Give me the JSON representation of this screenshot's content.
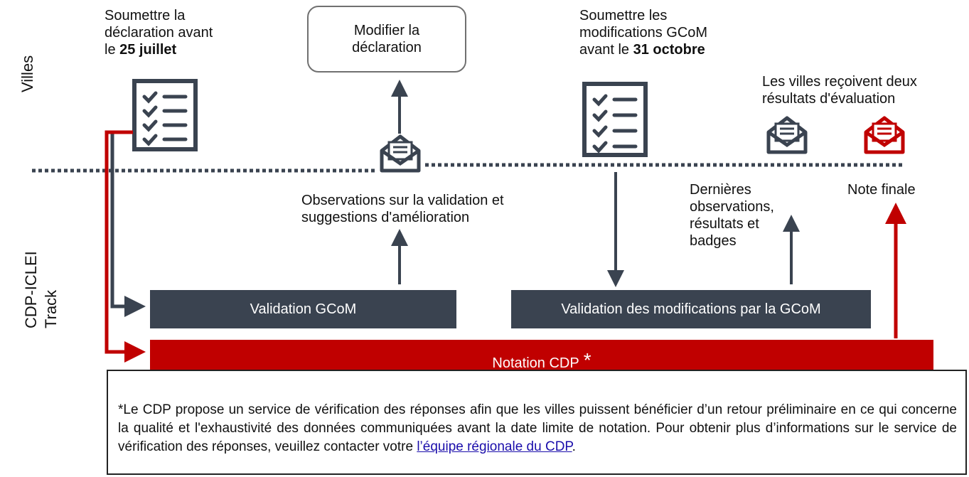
{
  "lanes": {
    "villes": "Villes",
    "cdp_line1": "CDP-ICLEI",
    "cdp_line2": "Track"
  },
  "steps": {
    "submit_declaration": {
      "line1": "Soumettre la",
      "line2": "déclaration avant",
      "line3_pre": "le ",
      "line3_bold": "25 juillet"
    },
    "modify": {
      "line1": "Modifier la",
      "line2": "déclaration"
    },
    "submit_modifications": {
      "line1": "Soumettre les",
      "line2": "modifications GCoM",
      "line3_pre": "avant le ",
      "line3_bold": "31 octobre"
    },
    "results": {
      "line1": "Les villes reçoivent deux",
      "line2": "résultats d'évaluation"
    },
    "observations": {
      "line1": "Observations sur la validation et",
      "line2": "suggestions d'amélioration"
    },
    "last_obs": {
      "line1": "Dernières",
      "line2": "observations,",
      "line3": "résultats et",
      "line4": "badges"
    },
    "final_note": "Note finale"
  },
  "bars": {
    "validation_gcom": "Validation GCoM",
    "validation_mods": "Validation des modifications par la GCoM",
    "notation_cdp": "Notation CDP",
    "notation_star": "*"
  },
  "footnote": {
    "text": "*Le CDP propose un service de vérification des réponses afin que les villes puissent bénéficier d’un retour préliminaire en ce qui concerne la qualité et l'exhaustivité des données communiquées avant la date limite de notation. Pour obtenir plus d’informations sur le service de vérification des réponses, veuillez contacter votre ",
    "link": "l’équipe régionale du CDP",
    "end": "."
  },
  "colors": {
    "dark": "#3a4350",
    "red": "#c00000"
  },
  "icons": [
    "checklist-icon",
    "envelope-icon"
  ]
}
